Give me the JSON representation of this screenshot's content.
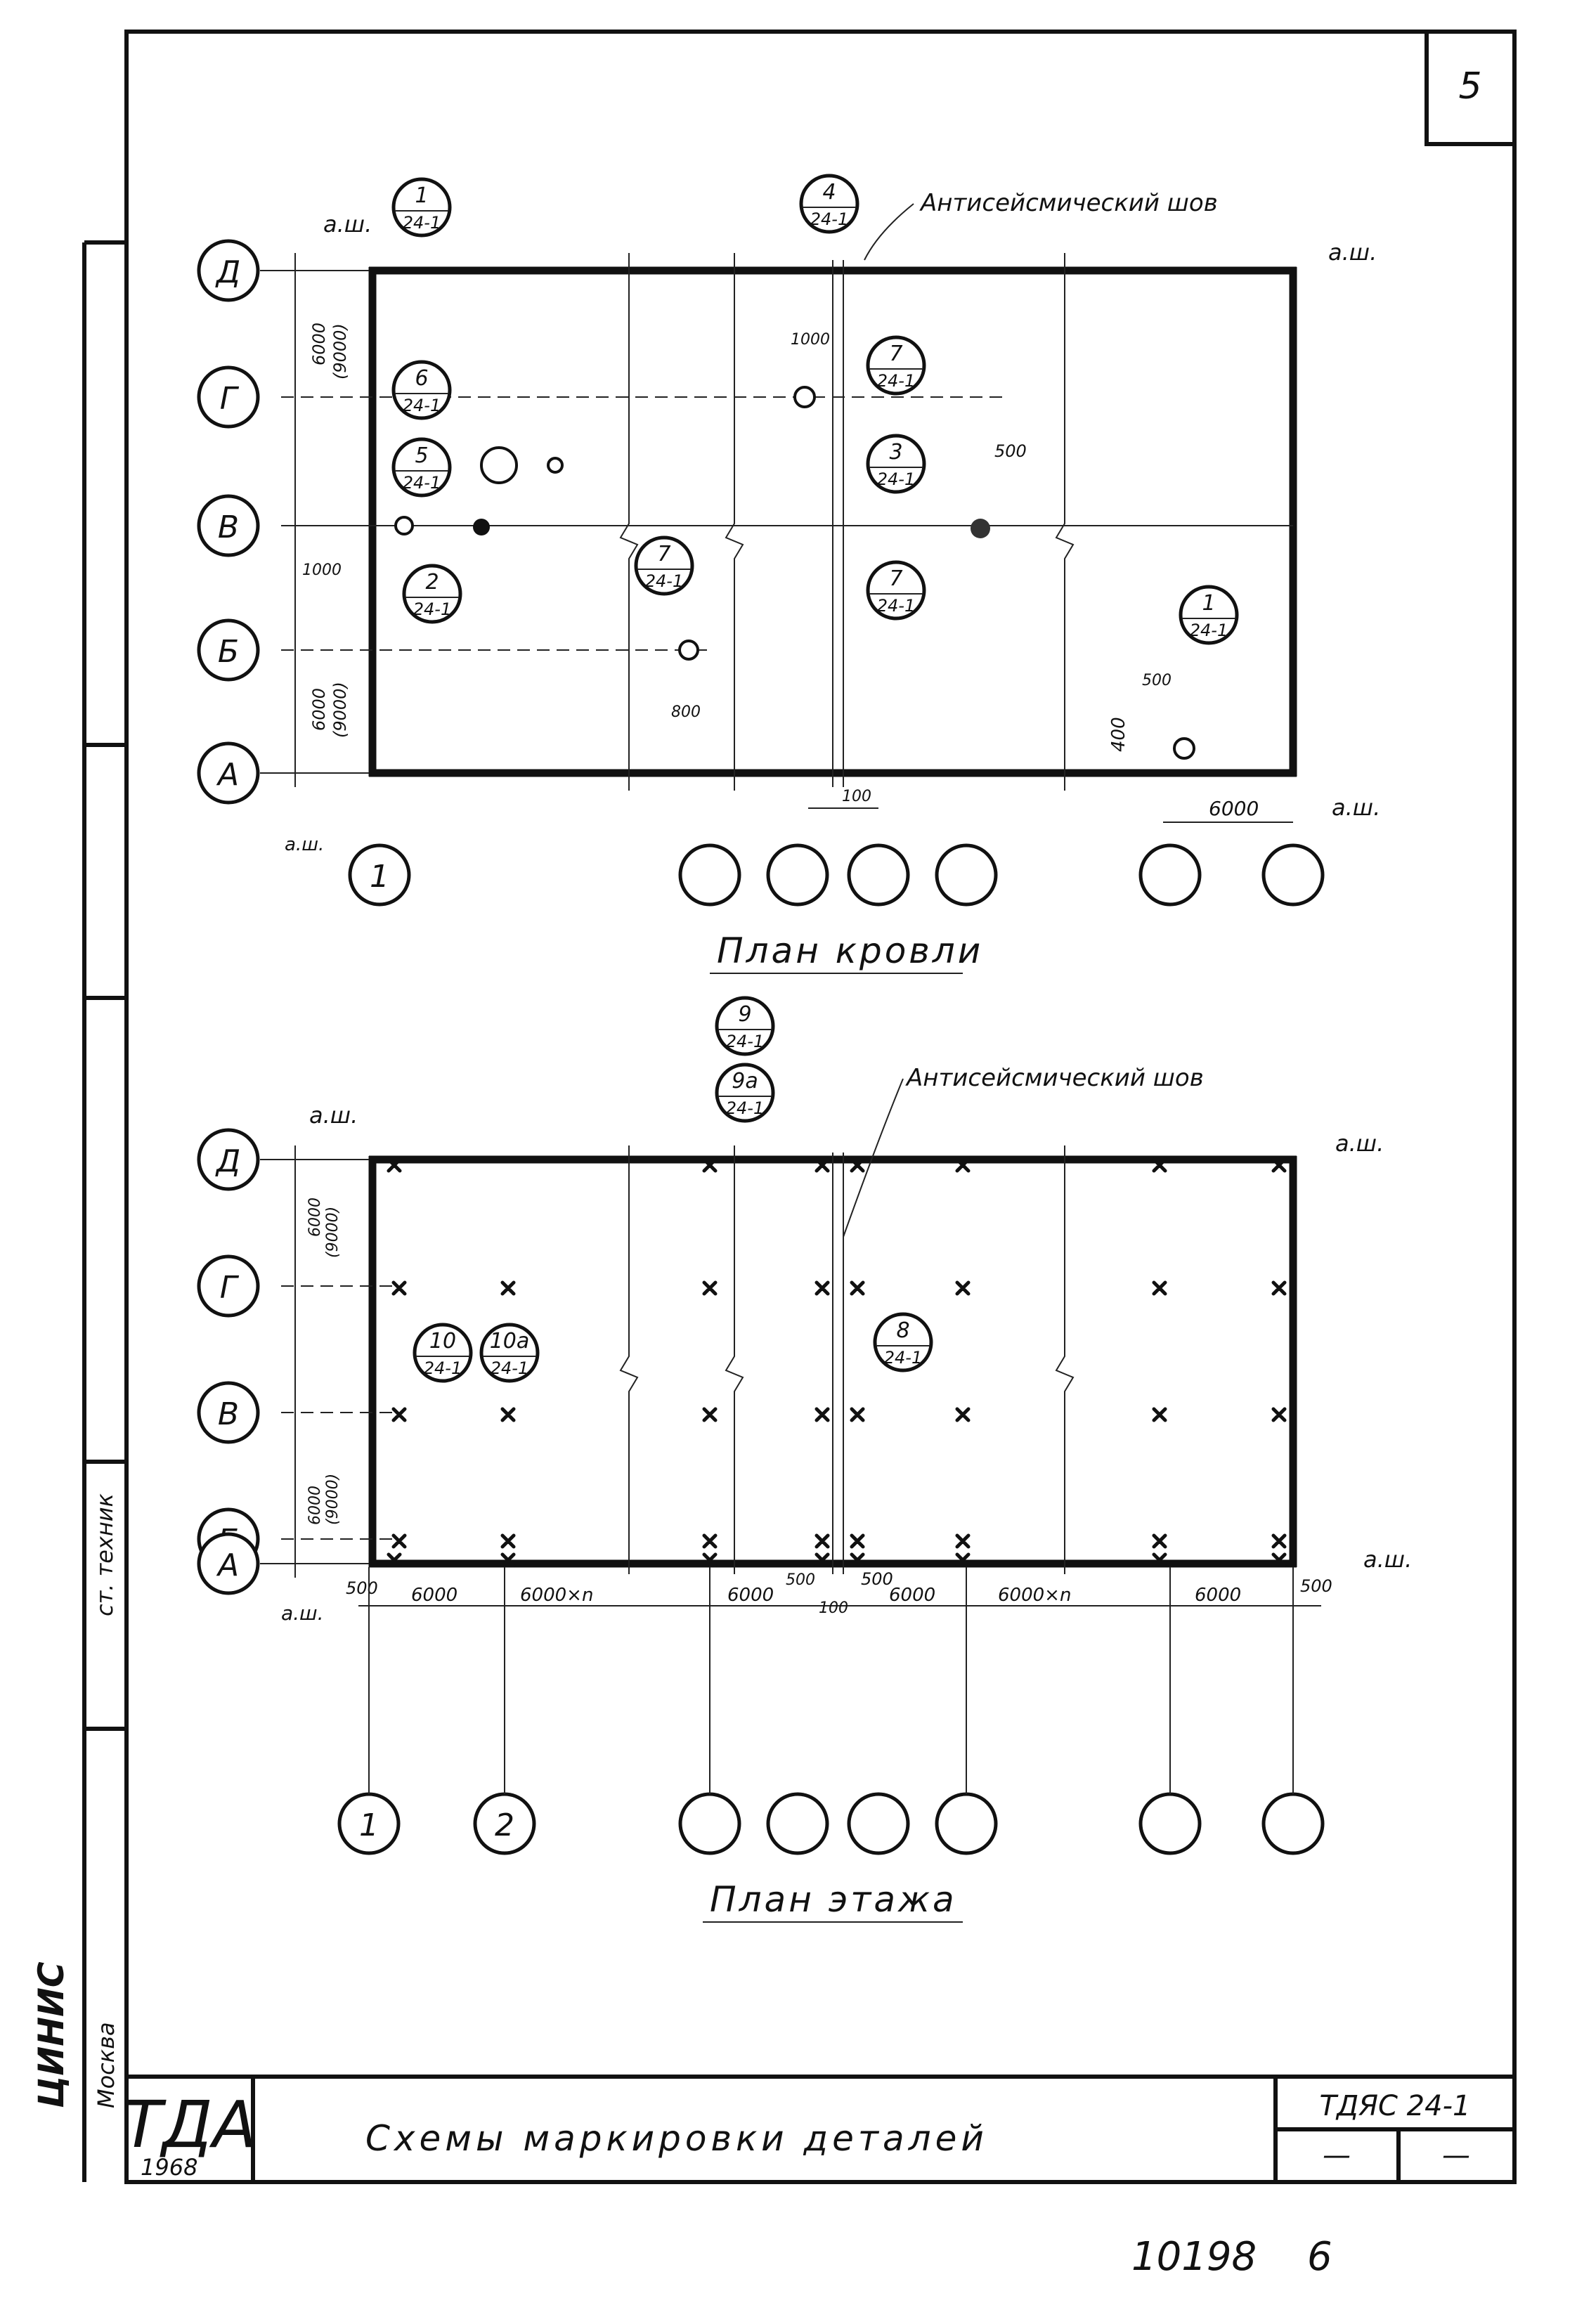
{
  "sheet": {
    "number": "5",
    "footer_code": "10198",
    "footer_page": "6"
  },
  "title_block": {
    "logo": "ТДА",
    "year": "1968",
    "title": "Схемы маркировки деталей",
    "code": "ТДЯС 24-1",
    "cell_a": "—",
    "cell_b": "—"
  },
  "side_stamp": {
    "role": "ст. техник",
    "city": "Москва",
    "org": "ЦИНИС"
  },
  "common": {
    "axis_ref": "а.ш.",
    "seismic_joint": "Антисейсмический шов"
  },
  "rows": [
    "Д",
    "Г",
    "В",
    "Б",
    "А"
  ],
  "roof_plan": {
    "caption": "План кровли",
    "col_marks": [
      "1",
      "",
      "",
      "",
      "",
      "",
      ""
    ],
    "callouts": [
      {
        "num": "1",
        "sheet": "24-1"
      },
      {
        "num": "4",
        "sheet": "24-1"
      },
      {
        "num": "6",
        "sheet": "24-1"
      },
      {
        "num": "5",
        "sheet": "24-1"
      },
      {
        "num": "2",
        "sheet": "24-1"
      },
      {
        "num": "7",
        "sheet": "24-1"
      },
      {
        "num": "7",
        "sheet": "24-1"
      },
      {
        "num": "3",
        "sheet": "24-1"
      },
      {
        "num": "7",
        "sheet": "24-1"
      },
      {
        "num": "1",
        "sheet": "24-1"
      }
    ],
    "dims": {
      "bay_top": "6000",
      "bay_top_alt": "(9000)",
      "bay_bottom": "6000",
      "bay_bottom_alt": "(9000)",
      "d1000_left": "1000",
      "d1000_mid": "1000",
      "d500_a": "500",
      "d500_b": "500",
      "d400": "400",
      "d800": "800",
      "joint": "100",
      "last_bay": "6000"
    }
  },
  "floor_plan": {
    "caption": "План этажа",
    "col_marks": [
      "1",
      "2",
      "",
      "",
      "",
      "",
      ""
    ],
    "callouts": [
      {
        "num": "9",
        "sheet": "24-1"
      },
      {
        "num": "9а",
        "sheet": "24-1"
      },
      {
        "num": "10",
        "sheet": "24-1"
      },
      {
        "num": "10а",
        "sheet": "24-1"
      },
      {
        "num": "8",
        "sheet": "24-1"
      }
    ],
    "dims": {
      "bay_top": "6000",
      "bay_top_alt": "(9000)",
      "bay_bottom": "6000",
      "bay_bottom_alt": "(9000)",
      "edge_left": "500",
      "edge_right": "500",
      "joint_left": "500",
      "joint_right": "500",
      "joint": "100",
      "span1": "6000",
      "span2": "6000×n",
      "span3": "6000",
      "span4": "6000",
      "span5": "6000×n",
      "span6": "6000"
    }
  }
}
